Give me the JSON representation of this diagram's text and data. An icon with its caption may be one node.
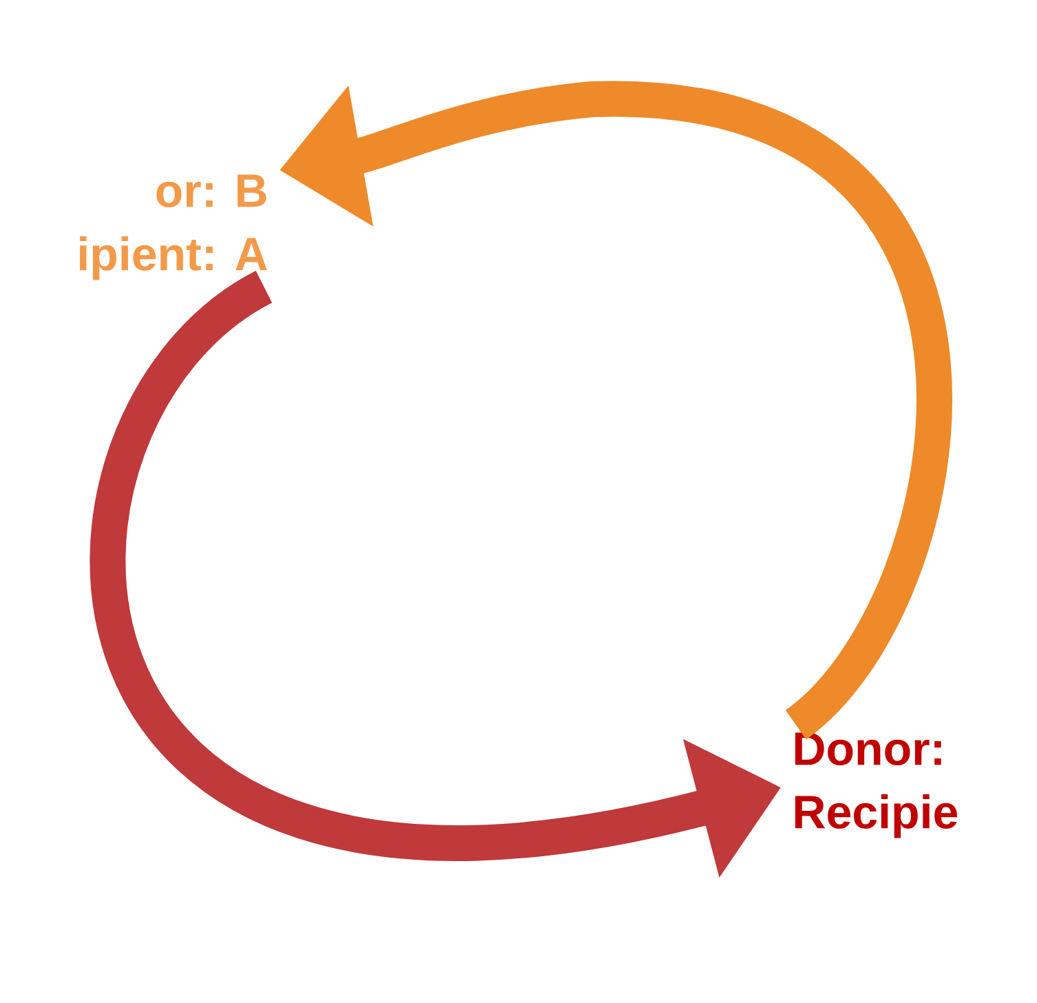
{
  "diagram": {
    "nodes": [
      {
        "text": [
          "or: B",
          "ipient: A"
        ]
      },
      {
        "text": [
          "Donor:",
          "Recipie"
        ]
      }
    ],
    "edges": [
      {
        "from": 1,
        "to": 0,
        "arrow": "to",
        "color": "#ee8a2a"
      },
      {
        "from": 0,
        "to": 1,
        "arrow": "to",
        "color": "#c0393b"
      }
    ]
  }
}
